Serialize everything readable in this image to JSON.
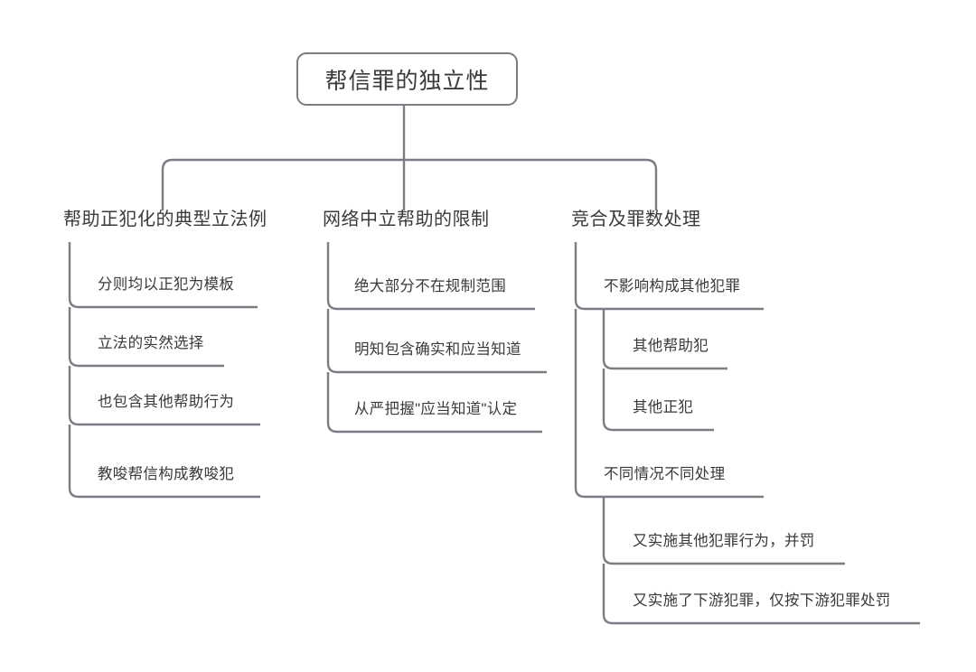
{
  "diagram": {
    "type": "mind-map",
    "title": "帮信罪的独立性",
    "line_color": "#7c7c84",
    "text_color": "#3a3a3a",
    "background_color": "#ffffff",
    "root": {
      "label": "帮信罪的独立性"
    },
    "branches": [
      {
        "label": "帮助正犯化的典型立法例",
        "children": [
          {
            "label": "分则均以正犯为模板",
            "children": []
          },
          {
            "label": "立法的实然选择",
            "children": []
          },
          {
            "label": "也包含其他帮助行为",
            "children": []
          },
          {
            "label": "教唆帮信构成教唆犯",
            "children": []
          }
        ]
      },
      {
        "label": "网络中立帮助的限制",
        "children": [
          {
            "label": "绝大部分不在规制范围",
            "children": []
          },
          {
            "label": "明知包含确实和应当知道",
            "children": []
          },
          {
            "label": "从严把握\"应当知道\"认定",
            "children": []
          }
        ]
      },
      {
        "label": "竞合及罪数处理",
        "children": [
          {
            "label": "不影响构成其他犯罪",
            "children": [
              {
                "label": "其他帮助犯"
              },
              {
                "label": "其他正犯"
              }
            ]
          },
          {
            "label": "不同情况不同处理",
            "children": [
              {
                "label": "又实施其他犯罪行为，并罚"
              },
              {
                "label": "又实施了下游犯罪，仅按下游犯罪处罚"
              }
            ]
          }
        ]
      }
    ]
  }
}
